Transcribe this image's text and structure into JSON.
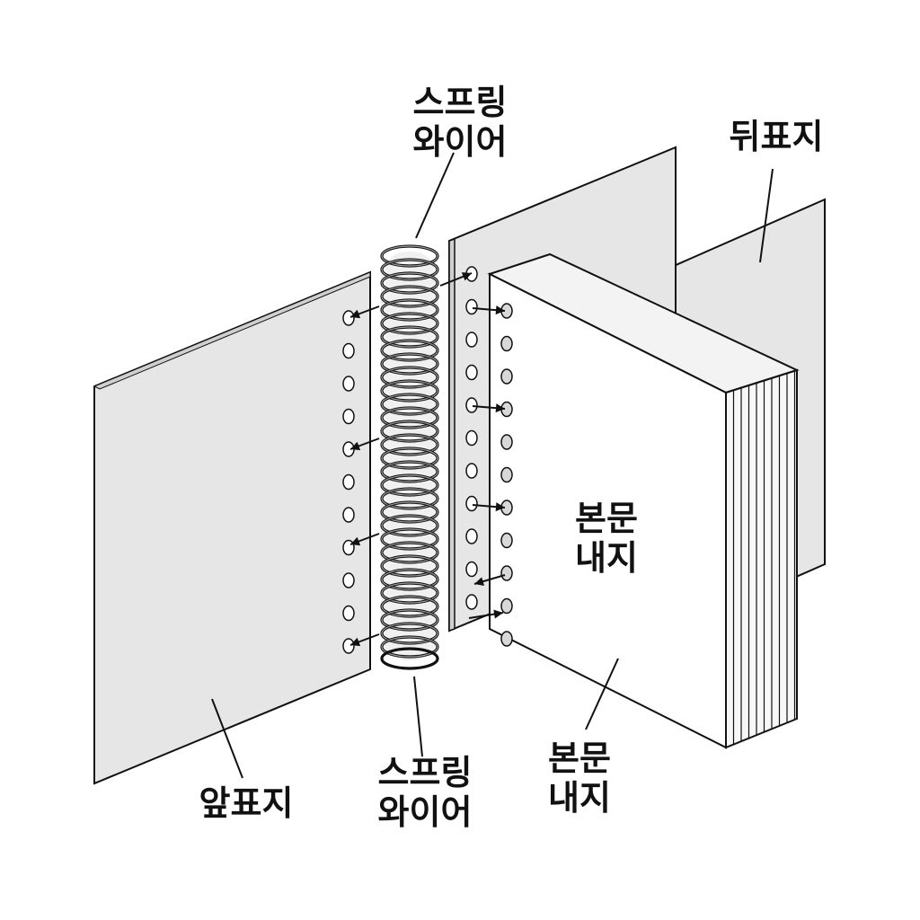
{
  "labels": {
    "spring_top": [
      "스프링",
      "와이어"
    ],
    "back_cover": [
      "뒤표지"
    ],
    "pages_center": [
      "본문",
      "내지"
    ],
    "front_cover": [
      "앞표지"
    ],
    "spring_bottom": [
      "스프링",
      "와이어"
    ],
    "pages_bottom": [
      "본문",
      "내지"
    ]
  },
  "colors": {
    "outline": "#111111",
    "cover_fill": "#e6e6e6",
    "cover_edge": "#cfcfcf",
    "page_fill": "#ffffff",
    "hole_fill": "#d8d8d8",
    "coil_fill": "#bdbdbd"
  },
  "diagram": {
    "front_cover_holes": 11,
    "back_cover_holes": 11,
    "page_holes": 11,
    "coil_loops": 30,
    "page_stack_lines": 9
  }
}
